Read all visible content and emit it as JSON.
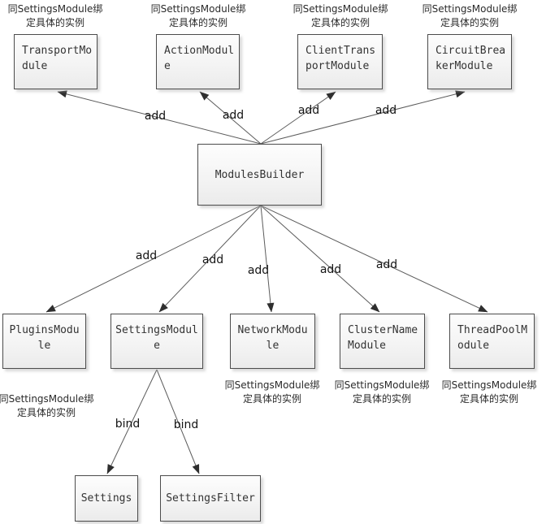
{
  "diagram": {
    "builder": {
      "label": "ModulesBuilder"
    },
    "top_modules": [
      {
        "label": "TransportModule"
      },
      {
        "label": "ActionModule"
      },
      {
        "label": "ClientTransportModule"
      },
      {
        "label": "CircuitBreakerModule"
      }
    ],
    "bottom_modules": [
      {
        "label": "PluginsModule"
      },
      {
        "label": "SettingsModule"
      },
      {
        "label": "NetworkModule"
      },
      {
        "label": "ClusterNameModule"
      },
      {
        "label": "ThreadPoolModule"
      }
    ],
    "bind_targets": [
      {
        "label": "Settings"
      },
      {
        "label": "SettingsFilter"
      }
    ],
    "edge_labels": {
      "add": "add",
      "bind": "bind"
    },
    "annotation": {
      "line1": "同SettingsModule绑",
      "line2": "定具体的实例",
      "full_text": "同SettingsModule绑定具体的实例"
    },
    "colors": {
      "box_border": "#4c4c4c",
      "box_fill_top": "#fdfdfd",
      "box_fill_bottom": "#ebebeb",
      "connector_line": "#5c5c5c",
      "arrowhead": "#2e2e2e",
      "box_text": "#333333"
    }
  }
}
